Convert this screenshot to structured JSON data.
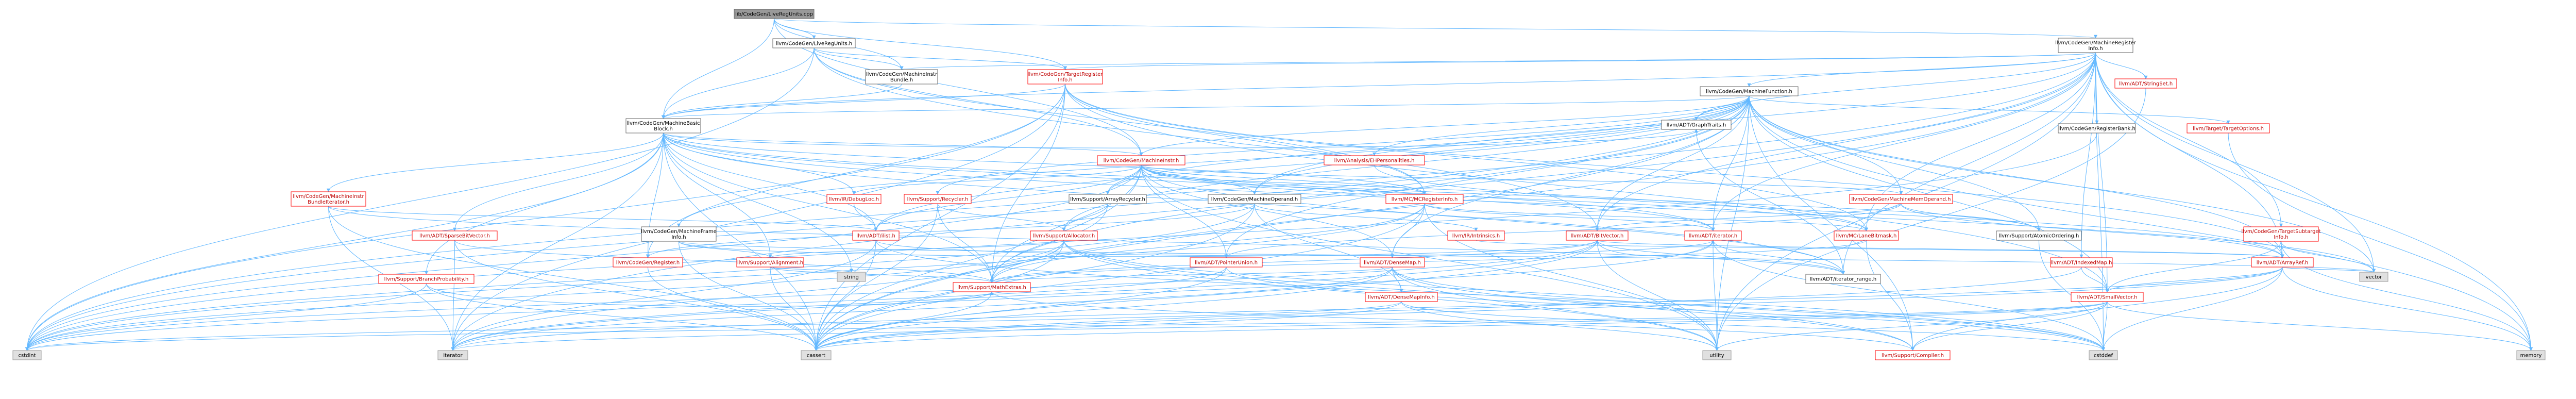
{
  "colors": {
    "root_fill": "#999999",
    "node_fill": "#ffffff",
    "node_stroke": "#666666",
    "red_stroke": "#ff0000",
    "ext_fill": "#e0e0e0",
    "ext_stroke": "#999999",
    "edge": "#63b8ff"
  },
  "nodes": [
    {
      "id": "root",
      "lines": [
        "lib/CodeGen/LiveRegUnits.cpp"
      ],
      "kind": "root"
    },
    {
      "id": "lru",
      "lines": [
        "llvm/CodeGen/LiveRegUnits.h"
      ],
      "kind": "normal"
    },
    {
      "id": "mri",
      "lines": [
        "llvm/CodeGen/MachineRegister",
        "Info.h"
      ],
      "kind": "normal"
    },
    {
      "id": "mib",
      "lines": [
        "llvm/CodeGen/MachineInstr",
        "Bundle.h"
      ],
      "kind": "normal"
    },
    {
      "id": "tri",
      "lines": [
        "llvm/CodeGen/TargetRegister",
        "Info.h"
      ],
      "kind": "red"
    },
    {
      "id": "mbb",
      "lines": [
        "llvm/CodeGen/MachineBasic",
        "Block.h"
      ],
      "kind": "normal"
    },
    {
      "id": "mf",
      "lines": [
        "llvm/CodeGen/MachineFunction.h"
      ],
      "kind": "normal"
    },
    {
      "id": "strset",
      "lines": [
        "llvm/ADT/StringSet.h"
      ],
      "kind": "red"
    },
    {
      "id": "rbank",
      "lines": [
        "llvm/CodeGen/RegisterBank.h"
      ],
      "kind": "normal"
    },
    {
      "id": "tgtopt",
      "lines": [
        "llvm/Target/TargetOptions.h"
      ],
      "kind": "red"
    },
    {
      "id": "eh",
      "lines": [
        "llvm/Analysis/EHPersonalities.h"
      ],
      "kind": "red"
    },
    {
      "id": "mi",
      "lines": [
        "llvm/CodeGen/MachineInstr.h"
      ],
      "kind": "red"
    },
    {
      "id": "mbib",
      "lines": [
        "llvm/CodeGen/MachineInstr",
        "BundleIterator.h"
      ],
      "kind": "red"
    },
    {
      "id": "dbg",
      "lines": [
        "llvm/IR/DebugLoc.h"
      ],
      "kind": "red"
    },
    {
      "id": "recycler",
      "lines": [
        "llvm/Support/Recycler.h"
      ],
      "kind": "red"
    },
    {
      "id": "arec",
      "lines": [
        "llvm/Support/ArrayRecycler.h"
      ],
      "kind": "normal"
    },
    {
      "id": "mop",
      "lines": [
        "llvm/CodeGen/MachineOperand.h"
      ],
      "kind": "normal"
    },
    {
      "id": "mcreg",
      "lines": [
        "llvm/MC/MCRegisterInfo.h"
      ],
      "kind": "red"
    },
    {
      "id": "mmo",
      "lines": [
        "llvm/CodeGen/MachineMemOperand.h"
      ],
      "kind": "red"
    },
    {
      "id": "gtraits",
      "lines": [
        "llvm/ADT/GraphTraits.h"
      ],
      "kind": "normal"
    },
    {
      "id": "atomic",
      "lines": [
        "llvm/Support/AtomicOrdering.h"
      ],
      "kind": "normal"
    },
    {
      "id": "mfi",
      "lines": [
        "llvm/CodeGen/MachineFrame",
        "Info.h"
      ],
      "kind": "normal"
    },
    {
      "id": "sbv",
      "lines": [
        "llvm/ADT/SparseBitVector.h"
      ],
      "kind": "red"
    },
    {
      "id": "ilist",
      "lines": [
        "llvm/ADT/ilist.h"
      ],
      "kind": "red"
    },
    {
      "id": "alloc",
      "lines": [
        "llvm/Support/Allocator.h"
      ],
      "kind": "red"
    },
    {
      "id": "irinst",
      "lines": [
        "llvm/IR/Intrinsics.h"
      ],
      "kind": "red"
    },
    {
      "id": "bitvec",
      "lines": [
        "llvm/ADT/BitVector.h"
      ],
      "kind": "red"
    },
    {
      "id": "iter",
      "lines": [
        "llvm/ADT/iterator.h"
      ],
      "kind": "red"
    },
    {
      "id": "lanemask",
      "lines": [
        "llvm/MC/LaneBitmask.h"
      ],
      "kind": "red"
    },
    {
      "id": "tsi",
      "lines": [
        "llvm/CodeGen/TargetSubtarget",
        "Info.h"
      ],
      "kind": "red"
    },
    {
      "id": "bprob",
      "lines": [
        "llvm/Support/BranchProbability.h"
      ],
      "kind": "red"
    },
    {
      "id": "register",
      "lines": [
        "llvm/CodeGen/Register.h"
      ],
      "kind": "red"
    },
    {
      "id": "align",
      "lines": [
        "llvm/Support/Alignment.h"
      ],
      "kind": "red"
    },
    {
      "id": "ptrunion",
      "lines": [
        "llvm/ADT/PointerUnion.h"
      ],
      "kind": "red"
    },
    {
      "id": "densemap",
      "lines": [
        "llvm/ADT/DenseMap.h"
      ],
      "kind": "red"
    },
    {
      "id": "itrange",
      "lines": [
        "llvm/ADT/iterator_range.h"
      ],
      "kind": "normal"
    },
    {
      "id": "indexbm",
      "lines": [
        "llvm/ADT/IndexedMap.h"
      ],
      "kind": "red"
    },
    {
      "id": "arrayref",
      "lines": [
        "llvm/ADT/ArrayRef.h"
      ],
      "kind": "red"
    },
    {
      "id": "mathext",
      "lines": [
        "llvm/Support/MathExtras.h"
      ],
      "kind": "red"
    },
    {
      "id": "dmi",
      "lines": [
        "llvm/ADT/DenseMapInfo.h"
      ],
      "kind": "red"
    },
    {
      "id": "smallvec",
      "lines": [
        "llvm/ADT/SmallVector.h"
      ],
      "kind": "red"
    },
    {
      "id": "string",
      "lines": [
        "string"
      ],
      "kind": "ext"
    },
    {
      "id": "vector",
      "lines": [
        "vector"
      ],
      "kind": "ext"
    },
    {
      "id": "cstdint",
      "lines": [
        "cstdint"
      ],
      "kind": "ext"
    },
    {
      "id": "iterator",
      "lines": [
        "iterator"
      ],
      "kind": "ext"
    },
    {
      "id": "cassert",
      "lines": [
        "cassert"
      ],
      "kind": "ext"
    },
    {
      "id": "utility",
      "lines": [
        "utility"
      ],
      "kind": "ext"
    },
    {
      "id": "compiler",
      "lines": [
        "llvm/Support/Compiler.h"
      ],
      "kind": "red"
    },
    {
      "id": "cstddef",
      "lines": [
        "cstddef"
      ],
      "kind": "ext"
    },
    {
      "id": "memory",
      "lines": [
        "memory"
      ],
      "kind": "ext"
    }
  ],
  "edges": [
    [
      "root",
      "lru"
    ],
    [
      "root",
      "mri"
    ],
    [
      "root",
      "mib"
    ],
    [
      "root",
      "mbb"
    ],
    [
      "root",
      "mi"
    ],
    [
      "root",
      "tri"
    ],
    [
      "lru",
      "mib"
    ],
    [
      "lru",
      "tri"
    ],
    [
      "lru",
      "mbb"
    ],
    [
      "lru",
      "mcreg"
    ],
    [
      "lru",
      "bitvec"
    ],
    [
      "lru",
      "cstdint"
    ],
    [
      "lru",
      "mi"
    ],
    [
      "mri",
      "mib"
    ],
    [
      "mri",
      "tri"
    ],
    [
      "mri",
      "mbb"
    ],
    [
      "mri",
      "mf"
    ],
    [
      "mri",
      "strset"
    ],
    [
      "mri",
      "rbank"
    ],
    [
      "mri",
      "tsi"
    ],
    [
      "mri",
      "bitvec"
    ],
    [
      "mri",
      "arrayref"
    ],
    [
      "mri",
      "indexbm"
    ],
    [
      "mri",
      "smallvec"
    ],
    [
      "mri",
      "iter"
    ],
    [
      "mri",
      "itrange"
    ],
    [
      "mri",
      "lanemask"
    ],
    [
      "mri",
      "cassert"
    ],
    [
      "mri",
      "cstddef"
    ],
    [
      "mri",
      "cstdint"
    ],
    [
      "mri",
      "memory"
    ],
    [
      "mri",
      "utility"
    ],
    [
      "mri",
      "vector"
    ],
    [
      "mri",
      "mop"
    ],
    [
      "mri",
      "gtraits"
    ],
    [
      "mri",
      "iterator"
    ],
    [
      "mib",
      "mbb"
    ],
    [
      "tri",
      "mbb"
    ],
    [
      "tri",
      "mcreg"
    ],
    [
      "tri",
      "arrayref"
    ],
    [
      "tri",
      "smallvec"
    ],
    [
      "tri",
      "lanemask"
    ],
    [
      "tri",
      "iterator"
    ],
    [
      "tri",
      "cstdint"
    ],
    [
      "tri",
      "mathext"
    ],
    [
      "tri",
      "register"
    ],
    [
      "tri",
      "cassert"
    ],
    [
      "mbb",
      "mbib"
    ],
    [
      "mbb",
      "mi"
    ],
    [
      "mbb",
      "dbg"
    ],
    [
      "mbb",
      "ilist"
    ],
    [
      "mbb",
      "gtraits"
    ],
    [
      "mbb",
      "sbv"
    ],
    [
      "mbb",
      "mcreg"
    ],
    [
      "mbb",
      "bprob"
    ],
    [
      "mbb",
      "lanemask"
    ],
    [
      "mbb",
      "itrange"
    ],
    [
      "mbb",
      "iter"
    ],
    [
      "mbb",
      "cassert"
    ],
    [
      "mbb",
      "cstdint"
    ],
    [
      "mbb",
      "iterator"
    ],
    [
      "mbb",
      "string"
    ],
    [
      "mbb",
      "vector"
    ],
    [
      "mbb",
      "register"
    ],
    [
      "mbb",
      "mathext"
    ],
    [
      "mbb",
      "align"
    ],
    [
      "mf",
      "eh"
    ],
    [
      "mf",
      "mi"
    ],
    [
      "mf",
      "mbb"
    ],
    [
      "mf",
      "mmo"
    ],
    [
      "mf",
      "mop"
    ],
    [
      "mf",
      "arec"
    ],
    [
      "mf",
      "recycler"
    ],
    [
      "mf",
      "alloc"
    ],
    [
      "mf",
      "gtraits"
    ],
    [
      "mf",
      "tgtopt"
    ],
    [
      "mf",
      "atomic"
    ],
    [
      "mf",
      "bitvec"
    ],
    [
      "mf",
      "densemap"
    ],
    [
      "mf",
      "ilist"
    ],
    [
      "mf",
      "arrayref"
    ],
    [
      "mf",
      "smallvec"
    ],
    [
      "mf",
      "iter"
    ],
    [
      "mf",
      "cassert"
    ],
    [
      "mf",
      "cstdint"
    ],
    [
      "mf",
      "memory"
    ],
    [
      "mf",
      "utility"
    ],
    [
      "mf",
      "vector"
    ],
    [
      "mf",
      "mathext"
    ],
    [
      "mf",
      "compiler"
    ],
    [
      "mf",
      "ptrunion"
    ],
    [
      "mf",
      "mfi"
    ],
    [
      "mi",
      "mop"
    ],
    [
      "mi",
      "dbg"
    ],
    [
      "mi",
      "mmo"
    ],
    [
      "mi",
      "arec"
    ],
    [
      "mi",
      "mcreg"
    ],
    [
      "mi",
      "densemap"
    ],
    [
      "mi",
      "ptrunion"
    ],
    [
      "mi",
      "ilist"
    ],
    [
      "mi",
      "iter"
    ],
    [
      "mi",
      "itrange"
    ],
    [
      "mi",
      "cassert"
    ],
    [
      "mi",
      "cstdint"
    ],
    [
      "mi",
      "utility"
    ],
    [
      "mi",
      "mathext"
    ],
    [
      "mi",
      "atomic"
    ],
    [
      "mi",
      "lanemask"
    ],
    [
      "mbib",
      "ilist"
    ],
    [
      "mbib",
      "cassert"
    ],
    [
      "mbib",
      "iterator"
    ],
    [
      "mbib",
      "itrange"
    ],
    [
      "dbg",
      "ilist"
    ],
    [
      "recycler",
      "alloc"
    ],
    [
      "recycler",
      "mathext"
    ],
    [
      "recycler",
      "cassert"
    ],
    [
      "arec",
      "alloc"
    ],
    [
      "arec",
      "mathext"
    ],
    [
      "mop",
      "register"
    ],
    [
      "mop",
      "irinst"
    ],
    [
      "mop",
      "dmi"
    ],
    [
      "mop",
      "cassert"
    ],
    [
      "mop",
      "cstdint"
    ],
    [
      "mcreg",
      "densemap"
    ],
    [
      "mcreg",
      "iter"
    ],
    [
      "mcreg",
      "lanemask"
    ],
    [
      "mcreg",
      "mathext"
    ],
    [
      "mcreg",
      "cassert"
    ],
    [
      "mcreg",
      "cstdint"
    ],
    [
      "mcreg",
      "utility"
    ],
    [
      "mmo",
      "ptrunion"
    ],
    [
      "mmo",
      "bitvec"
    ],
    [
      "mmo",
      "atomic"
    ],
    [
      "mmo",
      "arrayref"
    ],
    [
      "mfi",
      "align"
    ],
    [
      "mfi",
      "bitvec"
    ],
    [
      "mfi",
      "cassert"
    ],
    [
      "mfi",
      "vector"
    ],
    [
      "ilist",
      "iter"
    ],
    [
      "ilist",
      "cassert"
    ],
    [
      "ilist",
      "cstddef"
    ],
    [
      "ilist",
      "iterator"
    ],
    [
      "alloc",
      "align"
    ],
    [
      "alloc",
      "mathext"
    ],
    [
      "alloc",
      "compiler"
    ],
    [
      "alloc",
      "cassert"
    ],
    [
      "alloc",
      "cstddef"
    ],
    [
      "alloc",
      "cstdint"
    ],
    [
      "alloc",
      "iterator"
    ],
    [
      "alloc",
      "utility"
    ],
    [
      "bitvec",
      "arrayref"
    ],
    [
      "bitvec",
      "iter"
    ],
    [
      "bitvec",
      "itrange"
    ],
    [
      "bitvec",
      "mathext"
    ],
    [
      "bitvec",
      "cassert"
    ],
    [
      "bitvec",
      "cstdint"
    ],
    [
      "bitvec",
      "utility"
    ],
    [
      "bitvec",
      "iterator"
    ],
    [
      "iter",
      "itrange"
    ],
    [
      "iter",
      "cstddef"
    ],
    [
      "iter",
      "iterator"
    ],
    [
      "iter",
      "utility"
    ],
    [
      "densemap",
      "dmi"
    ],
    [
      "densemap",
      "mathext"
    ],
    [
      "densemap",
      "cassert"
    ],
    [
      "densemap",
      "cstddef"
    ],
    [
      "densemap",
      "iterator"
    ],
    [
      "densemap",
      "utility"
    ],
    [
      "densemap",
      "compiler"
    ],
    [
      "indexbm",
      "smallvec"
    ],
    [
      "indexbm",
      "cassert"
    ],
    [
      "arrayref",
      "smallvec"
    ],
    [
      "arrayref",
      "cassert"
    ],
    [
      "arrayref",
      "cstddef"
    ],
    [
      "arrayref",
      "iterator"
    ],
    [
      "arrayref",
      "memory"
    ],
    [
      "arrayref",
      "vector"
    ],
    [
      "arrayref",
      "compiler"
    ],
    [
      "smallvec",
      "cassert"
    ],
    [
      "smallvec",
      "cstddef"
    ],
    [
      "smallvec",
      "cstdint"
    ],
    [
      "smallvec",
      "iterator"
    ],
    [
      "smallvec",
      "memory"
    ],
    [
      "smallvec",
      "utility"
    ],
    [
      "smallvec",
      "compiler"
    ],
    [
      "dmi",
      "cassert"
    ],
    [
      "dmi",
      "cstddef"
    ],
    [
      "dmi",
      "cstdint"
    ],
    [
      "dmi",
      "utility"
    ],
    [
      "mathext",
      "cassert"
    ],
    [
      "mathext",
      "compiler"
    ],
    [
      "tsi",
      "arrayref"
    ],
    [
      "tsi",
      "smallvec"
    ],
    [
      "tsi",
      "memory"
    ],
    [
      "tsi",
      "vector"
    ],
    [
      "sbv",
      "mathext"
    ],
    [
      "sbv",
      "cassert"
    ],
    [
      "sbv",
      "iterator"
    ],
    [
      "bprob",
      "mathext"
    ],
    [
      "bprob",
      "cassert"
    ],
    [
      "bprob",
      "cstdint"
    ],
    [
      "ptrunion",
      "cassert"
    ],
    [
      "ptrunion",
      "cstddef"
    ],
    [
      "ptrunion",
      "cstdint"
    ],
    [
      "gtraits",
      "itrange"
    ],
    [
      "lanemask",
      "mathext"
    ],
    [
      "lanemask",
      "compiler"
    ],
    [
      "register",
      "cassert"
    ],
    [
      "align",
      "mathext"
    ],
    [
      "align",
      "cassert"
    ],
    [
      "align",
      "string"
    ],
    [
      "eh",
      "arrayref"
    ],
    [
      "tgtopt",
      "memory"
    ],
    [
      "atomic",
      "cstddef"
    ],
    [
      "strset",
      "utility"
    ],
    [
      "rbank",
      "cstdint"
    ],
    [
      "irinst",
      "arrayref"
    ]
  ]
}
